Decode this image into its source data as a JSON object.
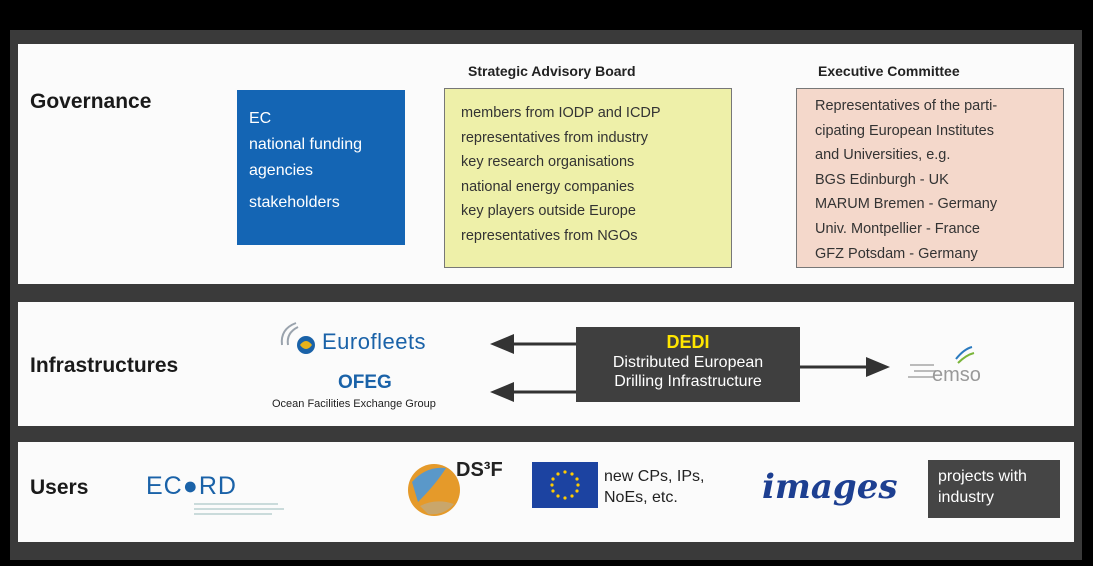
{
  "governance": {
    "title": "Governance",
    "ec_lines": [
      "EC",
      "national funding",
      "agencies",
      "stakeholders"
    ],
    "sab_header": "Strategic Advisory Board",
    "sab_lines": [
      "members from IODP and ICDP",
      "representatives from industry",
      "key research organisations",
      "national energy companies",
      "key players outside Europe",
      "representatives from NGOs"
    ],
    "exec_header": "Executive Committee",
    "exec_lines": [
      "Representatives of the parti-",
      "cipating European Institutes",
      "and Universities, e.g.",
      "BGS Edinburgh - UK",
      "MARUM Bremen - Germany",
      "Univ. Montpellier - France",
      "GFZ Potsdam - Germany"
    ]
  },
  "infrastructures": {
    "title": "Infrastructures",
    "eurofleets": "Eurofleets",
    "ofeg": "OFEG",
    "ofeg_full": "Ocean Facilities Exchange Group",
    "dedi_title": "DEDI",
    "dedi_line1": "Distributed European",
    "dedi_line2": "Drilling Infrastructure",
    "emso": "emso"
  },
  "users": {
    "title": "Users",
    "ecord": "EC●RD",
    "ds3f": "DS³F",
    "newcp_line1": "new CPs, IPs,",
    "newcp_line2": "NoEs, etc.",
    "images": "images",
    "proj_line1": "projects with",
    "proj_line2": "industry"
  },
  "colors": {
    "ec_blue": "#1465b4",
    "sab_yellow": "#eef0a9",
    "exec_pink": "#f4d8cb",
    "dedi_yellow": "#ffe600",
    "eurofleets_blue": "#1a62a8"
  }
}
